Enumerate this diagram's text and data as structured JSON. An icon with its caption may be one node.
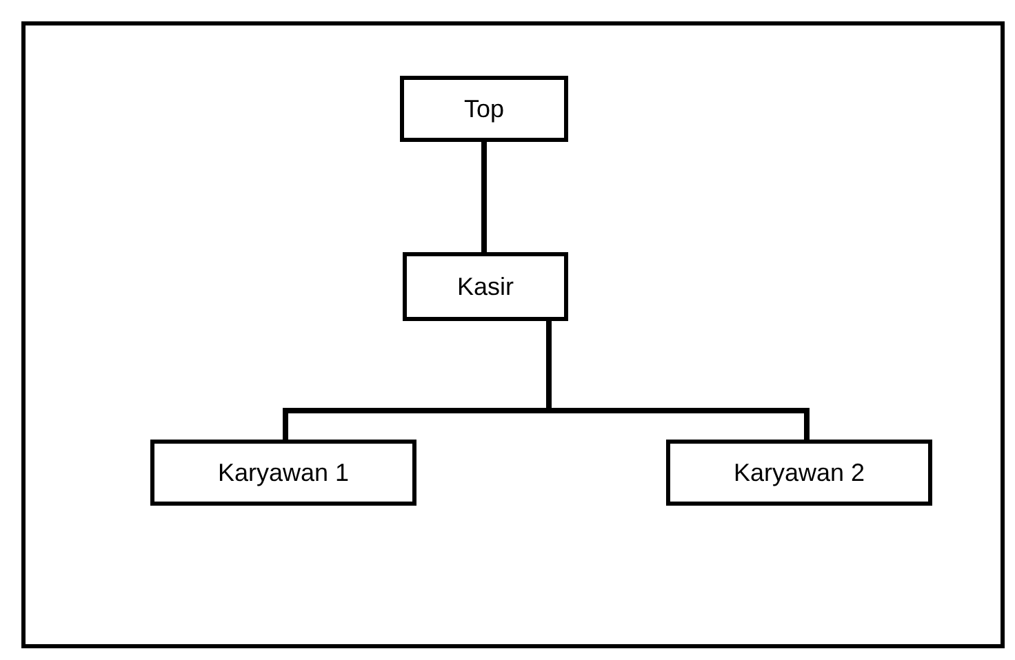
{
  "diagram": {
    "nodes": [
      {
        "text": [
          "Top"
        ]
      },
      {
        "text": [
          "Kasir"
        ]
      },
      {
        "text": [
          "Karyawan 1"
        ]
      },
      {
        "text": [
          "Karyawan 2"
        ]
      }
    ],
    "edges": [
      {
        "from": 0,
        "to": 1,
        "arrow": "none"
      },
      {
        "from": 1,
        "to": 2,
        "arrow": "none"
      },
      {
        "from": 1,
        "to": 3,
        "arrow": "none"
      }
    ]
  }
}
